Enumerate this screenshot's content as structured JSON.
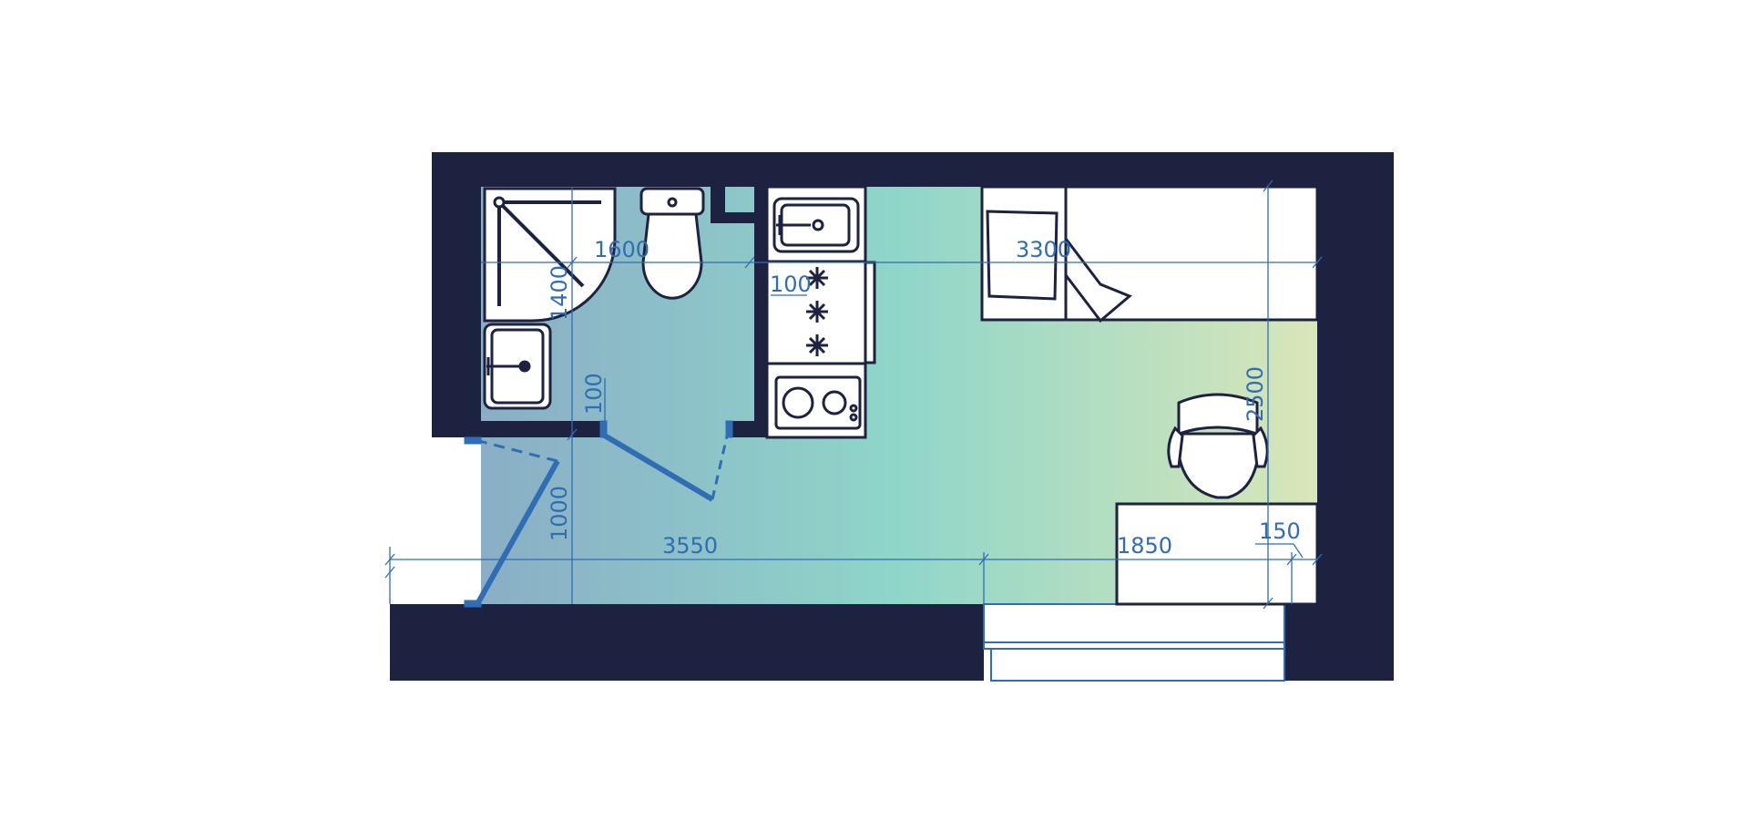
{
  "colors": {
    "wall": "#1c2240",
    "dimension": "#2f6db5",
    "door": "#2f6db5",
    "furniture_fill": "#ffffff",
    "gradient_start": "#8aaec6",
    "gradient_mid": "#8fd6c9",
    "gradient_end": "#d9e6b9"
  },
  "dimensions": {
    "bathroom_width": "1600",
    "bathroom_depth": "1400",
    "room_length": "3300",
    "kitchen_gap": "100",
    "partition_gap": "100",
    "door_width": "1000",
    "total_width": "3550",
    "right_width": "1850",
    "window_offset": "150",
    "room_width": "2500"
  },
  "icons": [
    "shower-icon",
    "toilet-icon",
    "sink-icon",
    "kitchen-sink-icon",
    "stove-icon",
    "cooktop-icon",
    "bed-icon",
    "pillow-icon",
    "chair-icon",
    "desk-icon",
    "door-icon",
    "window-icon"
  ]
}
